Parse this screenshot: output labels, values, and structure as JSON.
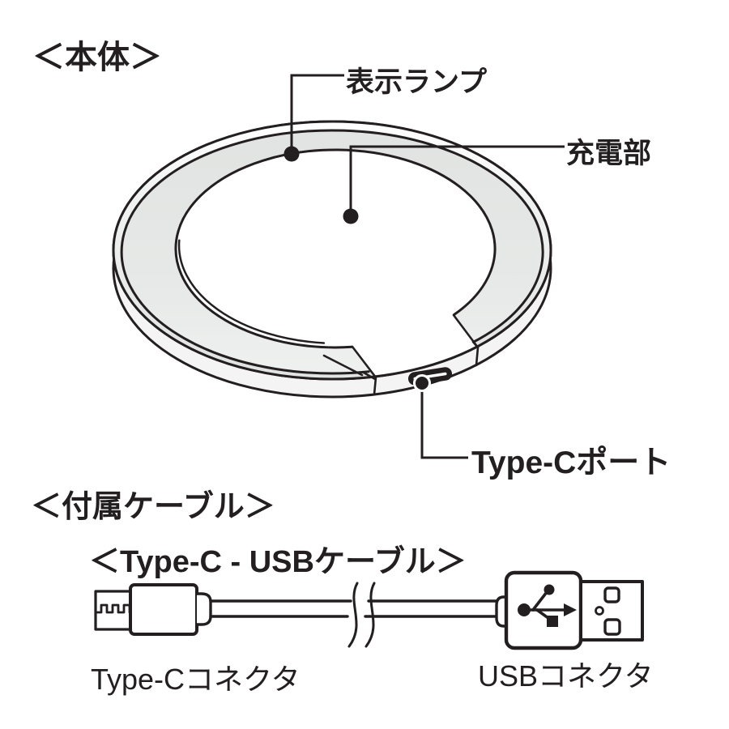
{
  "colors": {
    "ink": "#231f20",
    "gray_band": "#e4e6e4",
    "light_band": "#f1f2f1",
    "background": "#ffffff"
  },
  "body_section": {
    "heading": "＜本体＞",
    "labels": {
      "indicator_lamp": "表示ランプ",
      "charging_area": "充電部",
      "typec_port": "Type-Cポート"
    }
  },
  "cable_section": {
    "heading": "＜付属ケーブル＞",
    "subheading": "＜Type-C - USBケーブル＞",
    "labels": {
      "typec_connector": "Type-Cコネクタ",
      "usb_connector": "USBコネクタ"
    }
  }
}
